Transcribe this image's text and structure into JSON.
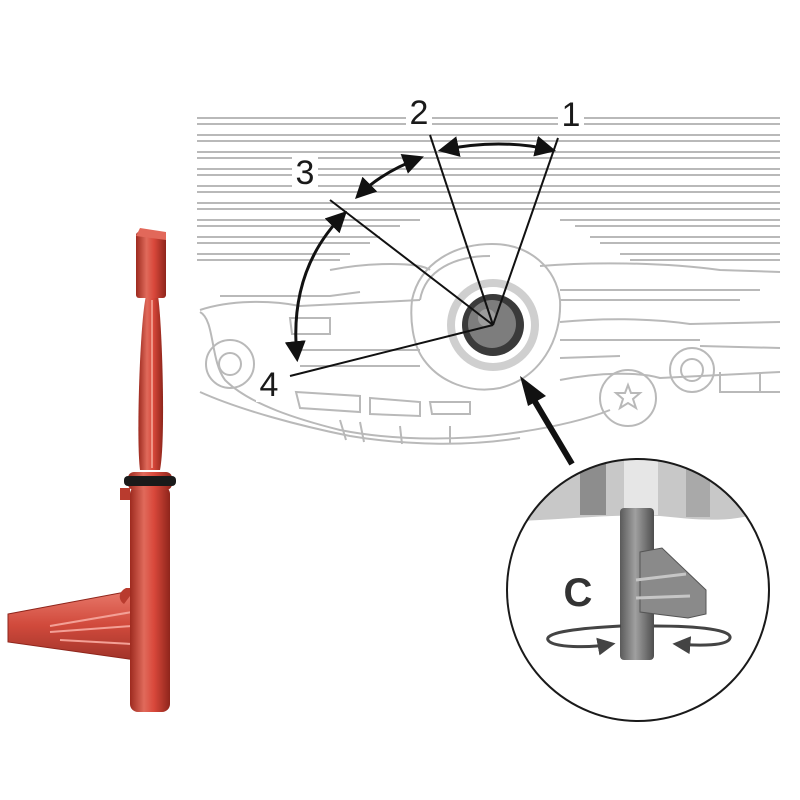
{
  "position_labels": [
    "1",
    "2",
    "3",
    "4"
  ],
  "detail_label": "C",
  "colors": {
    "selector_red": "#d9483b",
    "selector_dark": "#a52a20",
    "outline_gray": "#b9b9b9",
    "line_black": "#111111",
    "detail_gray": "#8a8a8a"
  },
  "icons": {
    "rotation": "rotate-arrows-icon",
    "pointer": "arrow-up-left-icon",
    "screw": "star-screw-icon"
  }
}
